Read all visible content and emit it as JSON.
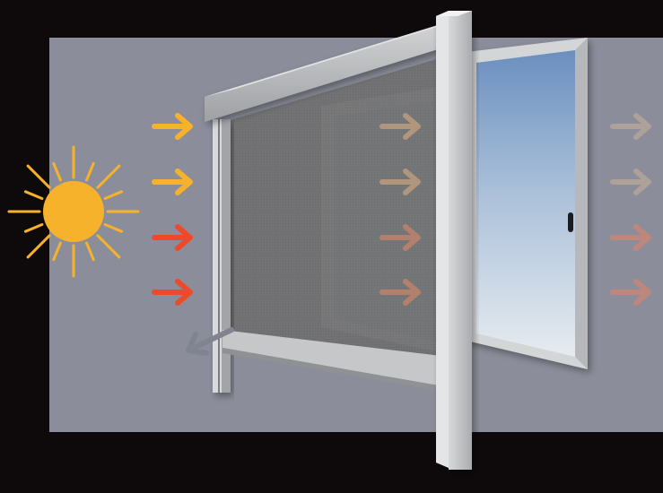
{
  "diagram": {
    "elements": [
      "sun-icon",
      "solar-screen-blind",
      "window-frame",
      "window-glass",
      "window-handle"
    ],
    "arrows": {
      "incoming": {
        "count": 4,
        "colors": [
          "#f7b22b",
          "#f7b22b",
          "#ee4a2a",
          "#ee4a2a"
        ]
      },
      "through_screen": {
        "count": 4,
        "colors": [
          "#bb9c7c",
          "#bb9c7c",
          "#c0826c",
          "#c0826c"
        ]
      },
      "transmitted": {
        "count": 4,
        "colors": [
          "#b0a39a",
          "#b0a39a",
          "#c48679",
          "#c48679"
        ]
      },
      "reflected": {
        "count": 1,
        "color": "#7f848e"
      }
    }
  },
  "colors": {
    "background": "#0e0a0c",
    "wall": "#8b8e9a",
    "sun": "#f7b22b",
    "frame": "#c9cacc",
    "screen_mesh": "#6f6f71",
    "sky_top": "#6b8fbf",
    "sky_bottom": "#e6ebf0"
  }
}
